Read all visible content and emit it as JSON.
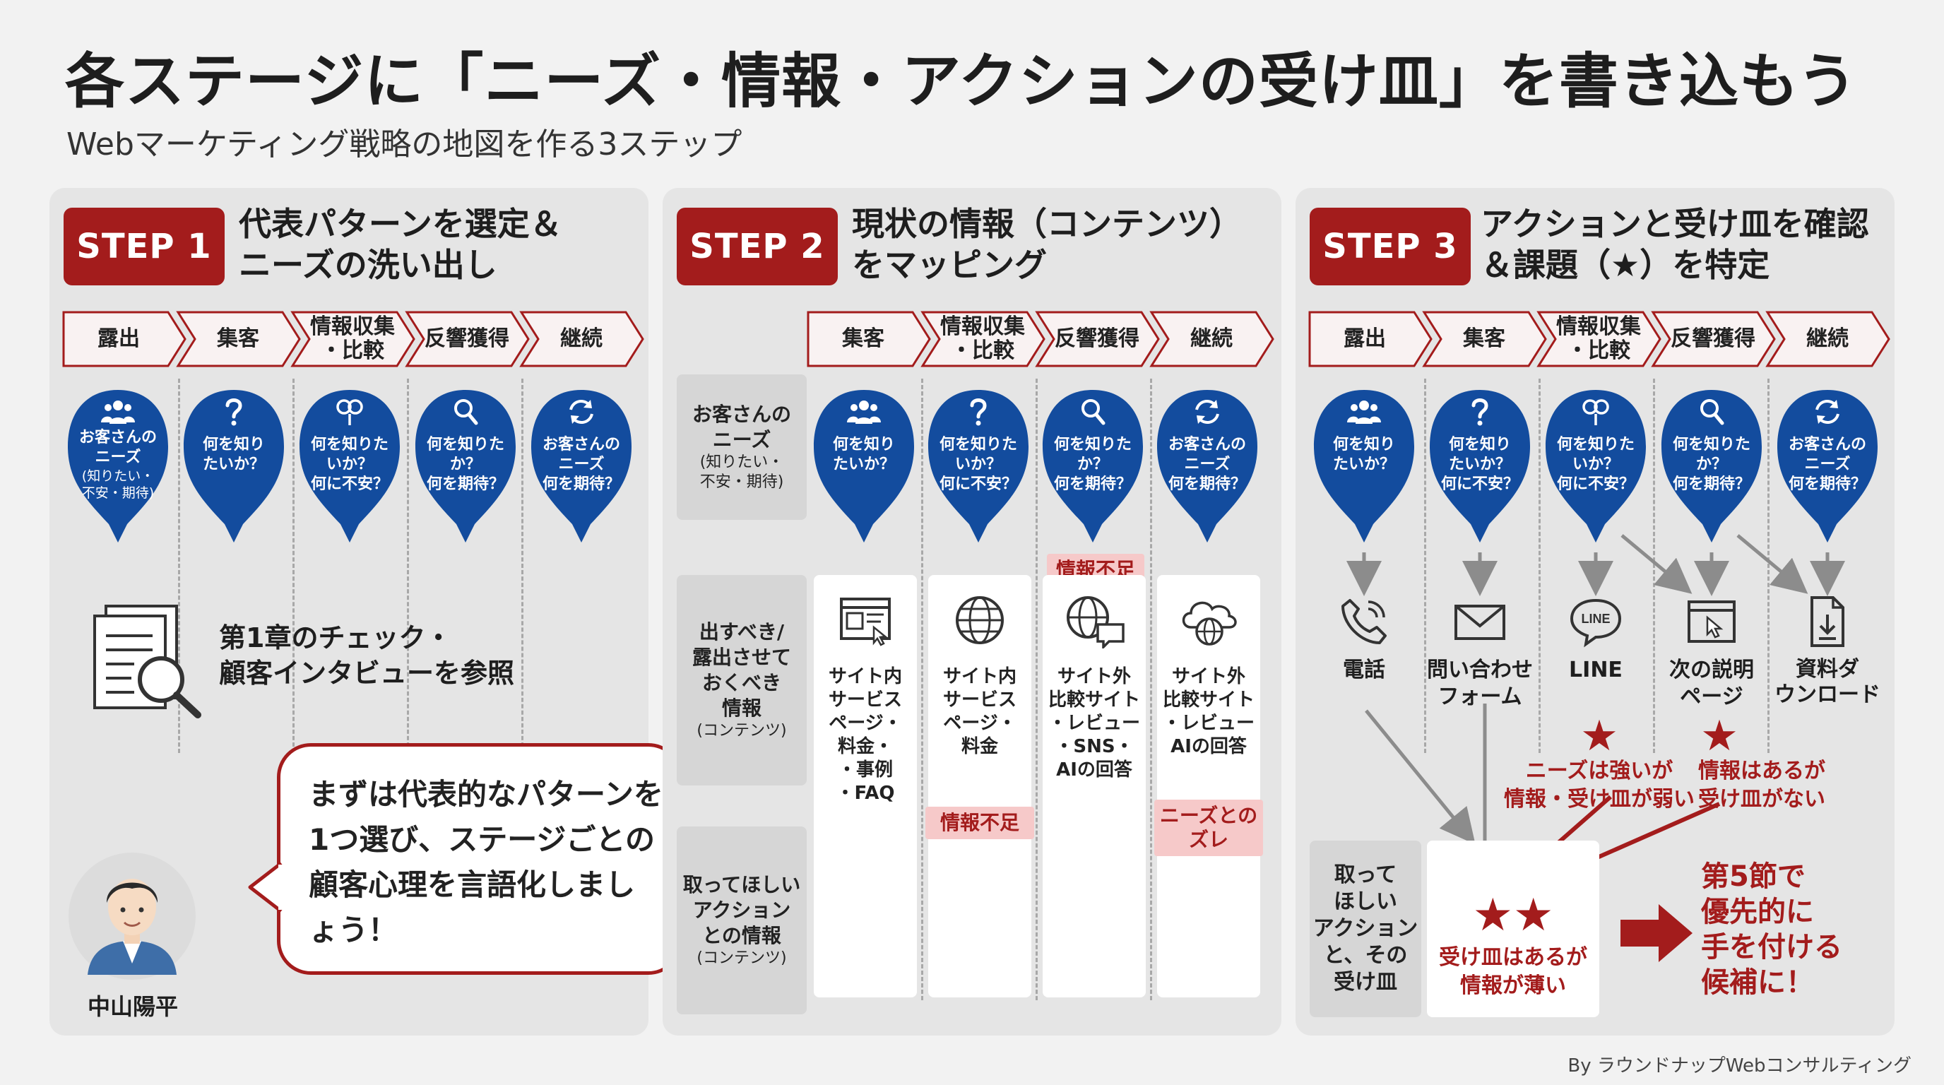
{
  "title": "各ステージに「ニーズ・情報・アクションの受け皿」を書き込もう",
  "subtitle": "Webマーケティング戦略の地図を作る3ステップ",
  "step1": {
    "badge": "STEP 1",
    "title_l1": "代表パターンを選定＆",
    "title_l2": "ニーズの洗い出し",
    "stages": [
      "露出",
      "集客",
      "情報収集",
      "・比較",
      "反響獲得",
      "継続"
    ],
    "pins": [
      {
        "icon": "people-icon",
        "line1": "お客さんの",
        "line2": "ニーズ",
        "small1": "(知りたい・",
        "small2": "不安・期待)"
      },
      {
        "icon": "question-icon",
        "line1": "何を知り",
        "line2": "たいか？"
      },
      {
        "icon": "compare-icon",
        "line1": "何を知りた",
        "line2": "いか？",
        "line3": "何に不安？"
      },
      {
        "icon": "magnifier-icon",
        "line1": "何を知りた",
        "line2": "か？",
        "line3": "何を期待？"
      },
      {
        "icon": "refresh-icon",
        "line1": "お客さんの",
        "line2": "ニーズ",
        "line3": "何を期待？"
      }
    ],
    "check_l1": "第1章のチェック・",
    "check_l2": "顧客インタビューを参照",
    "bubble_l1": "まずは代表的なパターンを",
    "bubble_l2": "1つ選び、ステージごとの",
    "bubble_l3": "顧客心理を言語化しまし",
    "bubble_l4": "ょう！",
    "person_name": "中山陽平"
  },
  "step2": {
    "badge": "STEP 2",
    "title_l1": "現状の情報（コンテンツ）",
    "title_l2": "をマッピング",
    "stages": [
      "集客",
      "情報収集",
      "・比較",
      "反響獲得",
      "継続"
    ],
    "row1_l1": "お客さんの",
    "row1_l2": "ニーズ",
    "row1_s1": "(知りたい・",
    "row1_s2": "不安・期待)",
    "row2_l1": "出すべき/",
    "row2_l2": "露出させて",
    "row2_l3": "おくべき",
    "row2_l4": "情報",
    "row2_s1": "(コンテンツ)",
    "row3_l1": "取ってほしい",
    "row3_l2": "アクション",
    "row3_l3": "との情報",
    "row3_s1": "(コンテンツ)",
    "pins": [
      {
        "icon": "people-icon",
        "line1": "何を知り",
        "line2": "たいか？"
      },
      {
        "icon": "question-icon",
        "line1": "何を知りた",
        "line2": "いか？",
        "line3": "何に不安？"
      },
      {
        "icon": "magnifier-icon",
        "line1": "何を知りた",
        "line2": "か？",
        "line3": "何を期待？"
      },
      {
        "icon": "refresh-icon",
        "line1": "お客さんの",
        "line2": "ニーズ",
        "line3": "何を期待？"
      }
    ],
    "cards": [
      {
        "icon": "browser-icon",
        "lines": [
          "サイト内",
          "サービス",
          "ページ・",
          "料金・",
          "・事例",
          "・FAQ"
        ]
      },
      {
        "icon": "globe-icon",
        "lines": [
          "サイト内",
          "サービス",
          "ページ・",
          "料金"
        ]
      },
      {
        "icon": "globe-chat-icon",
        "lines": [
          "サイト外",
          "比較サイト",
          "・レビュー",
          "・SNS・",
          "AIの回答"
        ]
      },
      {
        "icon": "cloud-globe-icon",
        "lines": [
          "サイト外",
          "比較サイト",
          "・レビュー",
          "AIの回答"
        ]
      }
    ],
    "tag_top": "情報不足",
    "tag_card2": "情報不足",
    "tag_card4_l1": "ニーズとの",
    "tag_card4_l2": "ズレ"
  },
  "step3": {
    "badge": "STEP 3",
    "title_l1": "アクションと受け皿を確認",
    "title_l2": "＆課題（★）を特定",
    "stages": [
      "露出",
      "集客",
      "情報収集",
      "・比較",
      "反響獲得",
      "継続"
    ],
    "pins": [
      {
        "icon": "people-icon",
        "line1": "何を知り",
        "line2": "たいか？"
      },
      {
        "icon": "question-icon",
        "line1": "何を知り",
        "line2": "たいか？",
        "line3": "何に不安？"
      },
      {
        "icon": "compare-icon",
        "line1": "何を知りた",
        "line2": "いか？",
        "line3": "何に不安？"
      },
      {
        "icon": "magnifier-icon",
        "line1": "何を知りた",
        "line2": "か？",
        "line3": "何を期待？"
      },
      {
        "icon": "refresh-icon",
        "line1": "お客さんの",
        "line2": "ニーズ",
        "line3": "何を期待？"
      }
    ],
    "actions": [
      {
        "icon": "phone-icon",
        "lines": [
          "電話"
        ]
      },
      {
        "icon": "mail-icon",
        "lines": [
          "問い合わせ",
          "フォーム"
        ]
      },
      {
        "icon": "line-icon",
        "lines": [
          "LINE"
        ],
        "badge": "LINE"
      },
      {
        "icon": "browser-click-icon",
        "lines": [
          "次の説明",
          "ページ"
        ]
      },
      {
        "icon": "download-icon",
        "lines": [
          "資料ダ",
          "ウンロード"
        ]
      }
    ],
    "star": "★",
    "issue1_l1": "ニーズは強いが",
    "issue1_l2": "情報・受け皿が弱い",
    "issue2_l1": "情報はあるが",
    "issue2_l2": "受け皿がない",
    "row_l1": "取って",
    "row_l2": "ほしい",
    "row_l3": "アクション",
    "row_l4": "と、その",
    "row_l5": "受け皿",
    "stars2": "★★",
    "box_l1": "受け皿はあるが",
    "box_l2": "情報が薄い",
    "final_l1": "第5節で",
    "final_l2": "優先的に",
    "final_l3": "手を付ける",
    "final_l4": "候補に！"
  },
  "credit": "By ラウンドナップWebコンサルティング",
  "colors": {
    "red": "#a31c1c",
    "blue": "#134c9e",
    "pink": "#f6c9c9",
    "panel": "#e5e5e5"
  }
}
